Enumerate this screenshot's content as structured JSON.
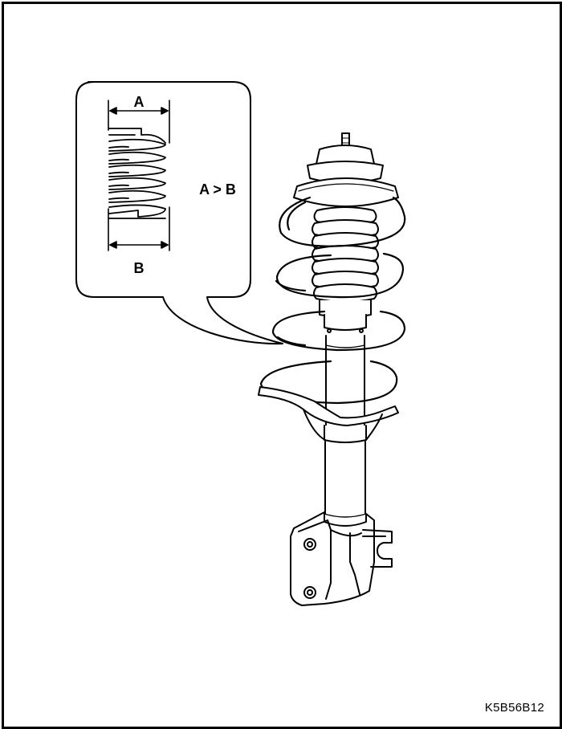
{
  "callout": {
    "label_a": "A",
    "label_b": "B",
    "relation": "A > B"
  },
  "figure_code": "K5B56B12",
  "colors": {
    "line": "#000000",
    "background": "#ffffff"
  }
}
